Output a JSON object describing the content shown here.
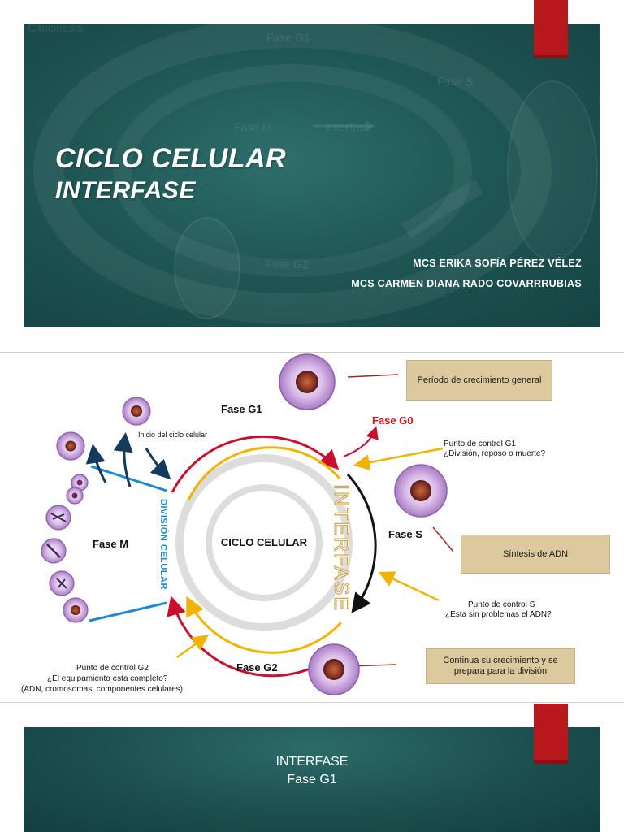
{
  "slide1": {
    "title": "CICLO CELULAR",
    "subtitle": "INTERFASE",
    "authors": [
      "MCS ERIKA SOFÍA PÉREZ VÉLEZ",
      "MCS CARMEN DIANA RADO COVARRRUBIAS"
    ],
    "background_text": [
      "Fase G1",
      "Fase S",
      "Fase M",
      "Interfase",
      "Fase G2",
      "Citocinesis"
    ]
  },
  "slide2": {
    "center_label": "CICLO CELULAR",
    "interfase_label": "INTERFASE",
    "division_label": "DIVISIÓN CELULAR",
    "phases": {
      "g1": "Fase G1",
      "g0": "Fase G0",
      "s": "Fase S",
      "g2": "Fase G2",
      "m": "Fase M"
    },
    "inicio": "Inicio del ciclo celular",
    "checkpoints": {
      "g1": [
        "Punto de control G1",
        "¿División, reposo o muerte?"
      ],
      "s": [
        "Punto de control S",
        "¿Esta sin problemas el ADN?"
      ],
      "g2": [
        "Punto de control G2",
        "¿El equipamiento esta completo?",
        "(ADN, cromosomas, componentes celulares)"
      ]
    },
    "boxes": {
      "g1": "Período de crecimiento general",
      "s": "Síntesis de ADN",
      "g2": "Continua su crecimiento y se prepara para la división"
    },
    "colors": {
      "outer_arrow": "#c8102e",
      "inner_arrow": "#f0b400",
      "interfase_text": "#c8a24a",
      "division_text": "#1a8ad4",
      "box_fill": "#dcc99d",
      "cell_outer": "#c9a6dc",
      "cell_nucleus": "#7a2b22"
    }
  },
  "slide3": {
    "title": "INTERFASE",
    "subtitle": "Fase G1"
  },
  "colors": {
    "slide_bg": "#1f5755",
    "bookmark": "#b8171c"
  }
}
